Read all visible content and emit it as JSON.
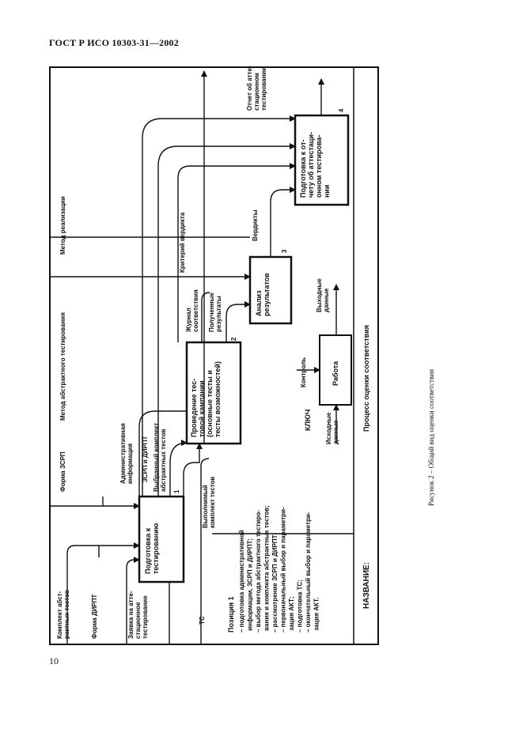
{
  "header": "ГОСТ Р ИСО 10303-31—2002",
  "page_number": "10",
  "caption": "Рисунок 2 – Общий вид оценки соответствия",
  "diagram": {
    "boxes": [
      {
        "lines": [
          "Подготовка к",
          "тестированию"
        ],
        "num": "1"
      },
      {
        "lines": [
          "Проведение тес-",
          "товой кампании",
          "(основные тесты и",
          "тесты возможностей)"
        ],
        "num": "2"
      },
      {
        "lines": [
          "Анализ",
          "результатов"
        ],
        "num": "3"
      },
      {
        "lines": [
          "Подготовка к от-",
          "чету об аттестаци-",
          "онном тестирова-",
          "нии"
        ],
        "num": "4"
      }
    ],
    "inputs_left": [
      [
        "Комплект абст-",
        "рактных тестов"
      ],
      [
        "Форма ДИРПТ"
      ],
      [
        "Заявка на атте-",
        "стационное",
        "тестирование"
      ],
      [
        "ТС"
      ]
    ],
    "controls_top": [
      [
        "Форма ЗСРП"
      ],
      [
        "Метод абстрактного тестирования"
      ],
      [
        "Метод реализации"
      ]
    ],
    "labels": {
      "admin": [
        "Административная",
        "информация"
      ],
      "zsrp_dirpt": [
        "ЗСРП и ДИРПТ"
      ],
      "selected": [
        "Выбранный комплект",
        "абстрактных тестов"
      ],
      "criterion": [
        "Критерий вердикта"
      ],
      "journal": [
        "Журнал",
        "соответствия"
      ],
      "results": [
        "Полученные",
        "результаты"
      ],
      "verdicts": [
        "Вердикты"
      ],
      "executable": [
        "Выполнимый",
        "комплект тестов"
      ],
      "report": [
        "Отчет об атте-",
        "стационном",
        "тестировании"
      ]
    },
    "position": {
      "title": "Позиция 1",
      "items": [
        "– подготовка административной",
        "  информации, ЗСРП и ДИРПТ;",
        "– выбор метода абстрактного тестиро-",
        "  вания и комплекта абстрактных тестов;",
        "– рассмотрение ЗСРП и ДИРПТ;",
        "– первоначальный выбор и параметри-",
        "  зация АКТ;",
        "– подготовка ТС;",
        "– окончательный выбор и параметри-",
        "  зация АКТ."
      ]
    },
    "key": {
      "title": "КЛЮЧ",
      "control": "Контроль",
      "box": "Работа",
      "input": [
        "Исходные",
        "данные"
      ],
      "output": [
        "Выходные",
        "данные"
      ]
    },
    "footer": {
      "name": "НАЗВАНИЕ:",
      "process": "Процесс оценки соответствия"
    }
  }
}
